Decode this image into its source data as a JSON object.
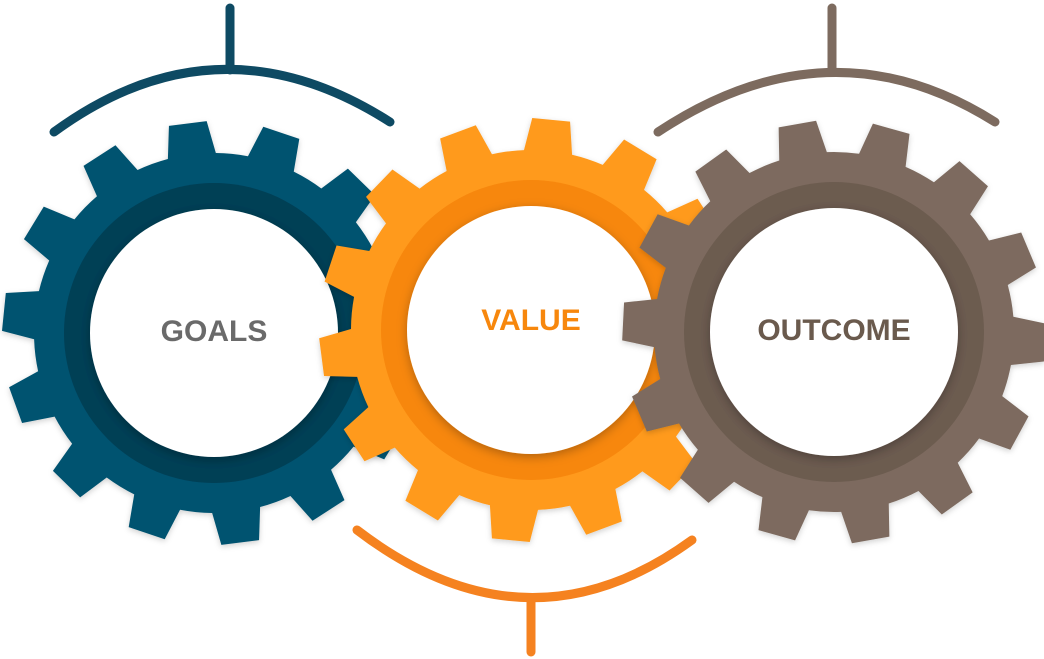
{
  "gears": [
    {
      "id": "goals",
      "label": "GOALS",
      "color": "#005270",
      "ring_color": "#003f55",
      "label_color": "#6b6b6b"
    },
    {
      "id": "value",
      "label": "VALUE",
      "color": "#ff9a1f",
      "ring_color": "#f7870c",
      "label_color": "#f7870c"
    },
    {
      "id": "outcome",
      "label": "OUTCOME",
      "color": "#7d6b5f",
      "ring_color": "#6c5b50",
      "label_color": "#6b5a4e"
    }
  ],
  "colors": {
    "goals_bracket": "#0e4a63",
    "value_bracket": "#f58220",
    "outcome_bracket": "#7d6b5f",
    "hub": "#ffffff"
  }
}
